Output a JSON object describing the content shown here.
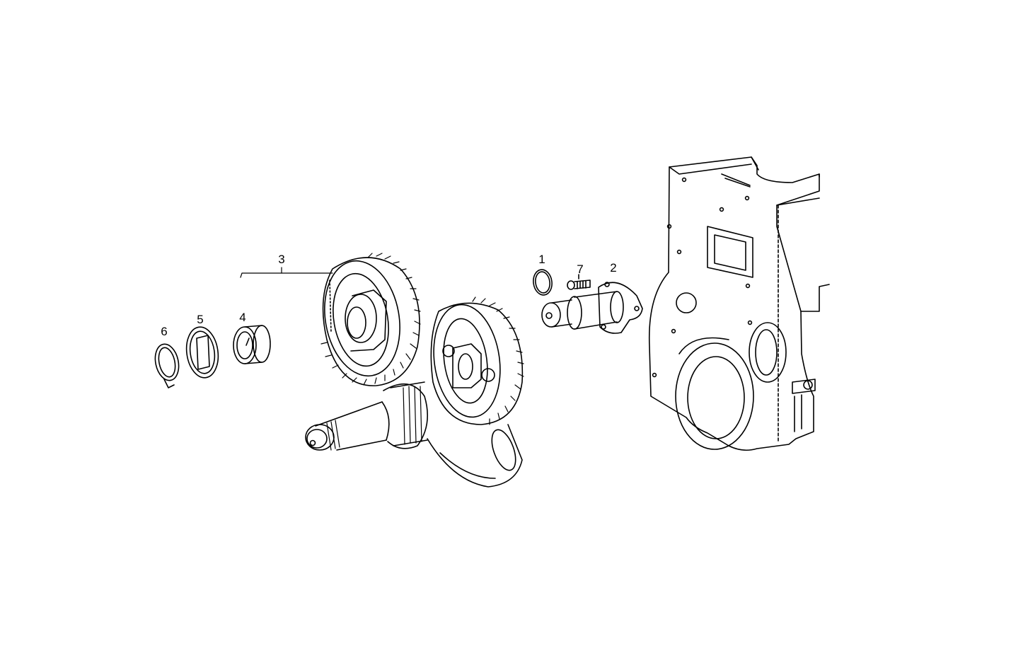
{
  "diagram": {
    "callouts": [
      {
        "id": "1",
        "label": "1",
        "part": "o-ring"
      },
      {
        "id": "2",
        "label": "2",
        "part": "idler-shaft-flange"
      },
      {
        "id": "3",
        "label": "3",
        "part": "idler-gear-assembly"
      },
      {
        "id": "4",
        "label": "4",
        "part": "bushing"
      },
      {
        "id": "5",
        "label": "5",
        "part": "thrust-washer"
      },
      {
        "id": "6",
        "label": "6",
        "part": "snap-ring"
      },
      {
        "id": "7",
        "label": "7",
        "part": "screw"
      }
    ],
    "colors": {
      "ink": "#000000",
      "paper": "#ffffff"
    }
  }
}
